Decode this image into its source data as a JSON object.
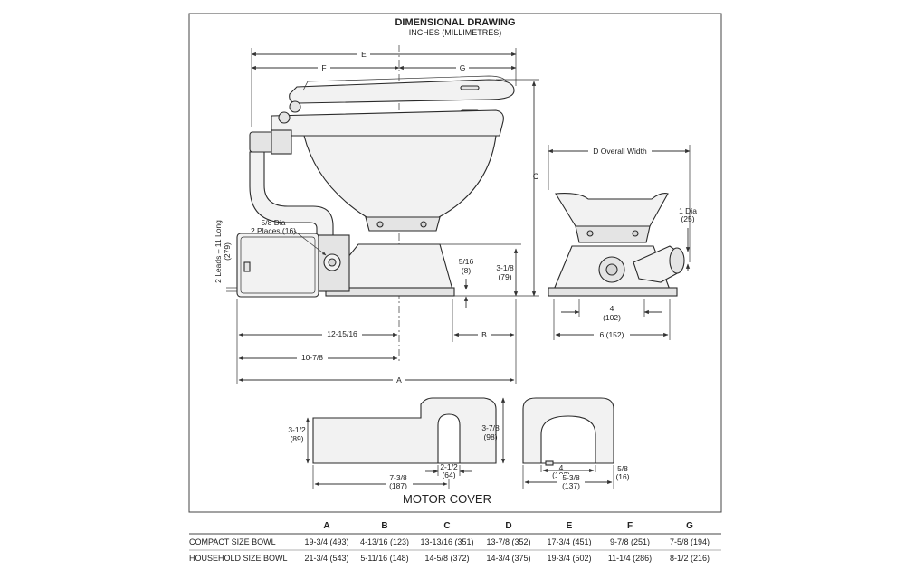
{
  "drawing": {
    "title": "DIMENSIONAL DRAWING",
    "subtitle": "INCHES (MILLIMETRES)",
    "motor_cover_title": "MOTOR COVER"
  },
  "labels": {
    "E": "E",
    "F": "F",
    "G": "G",
    "C": "C",
    "A": "A",
    "B": "B",
    "dim_12_15_16": "12-15/16",
    "dim_10_7_8": "10-7/8",
    "dia_5_8_line1": "5/8 Dia",
    "dia_5_8_line2": "2 Places (16)",
    "leads_line1": "2 Leads – 11 Long",
    "leads_line2": "(279)",
    "dim_5_16": "5/16",
    "dim_5_16_mm": "(8)",
    "dim_3_1_8": "3-1/8",
    "dim_3_1_8_mm": "(79)",
    "d_overall": "D Overall Width",
    "one_dia": "1 Dia",
    "one_dia_mm": "(25)",
    "four": "4",
    "four_mm": "(102)",
    "six": "6 (152)",
    "mc_3_1_2": "3-1/2",
    "mc_3_1_2_mm": "(89)",
    "mc_3_7_8": "3-7/8",
    "mc_3_7_8_mm": "(98)",
    "mc_2_1_2": "2-1/2",
    "mc_2_1_2_mm": "(64)",
    "mc_7_3_8": "7-3/8",
    "mc_7_3_8_mm": "(187)",
    "mc_4": "4",
    "mc_4_mm": "(102)",
    "mc_5_3_8": "5-3/8",
    "mc_5_3_8_mm": "(137)",
    "mc_5_8": "5/8",
    "mc_5_8_mm": "(16)"
  },
  "table": {
    "headers": [
      "A",
      "B",
      "C",
      "D",
      "E",
      "F",
      "G"
    ],
    "rows": [
      {
        "name": "COMPACT SIZE BOWL",
        "values": [
          "19-3/4 (493)",
          "4-13/16 (123)",
          "13-13/16 (351)",
          "13-7/8 (352)",
          "17-3/4 (451)",
          "9-7/8 (251)",
          "7-5/8 (194)"
        ]
      },
      {
        "name": "HOUSEHOLD SIZE BOWL",
        "values": [
          "21-3/4 (543)",
          "5-11/16 (148)",
          "14-5/8 (372)",
          "14-3/4 (375)",
          "19-3/4 (502)",
          "11-1/4 (286)",
          "8-1/2 (216)"
        ]
      }
    ]
  }
}
